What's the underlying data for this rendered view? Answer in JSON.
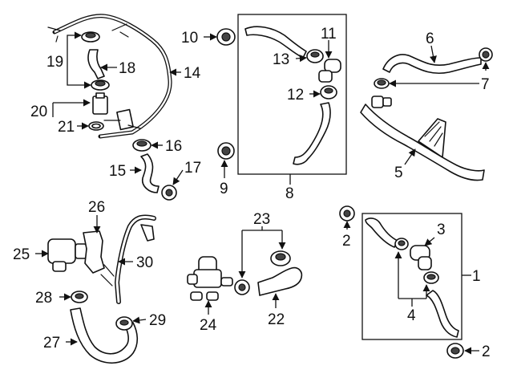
{
  "colors": {
    "line": "#111111",
    "background": "#ffffff",
    "clamp_shade": "#444444"
  },
  "callouts": {
    "c1": "1",
    "c2a": "2",
    "c2b": "2",
    "c3": "3",
    "c4": "4",
    "c5": "5",
    "c6": "6",
    "c7": "7",
    "c8": "8",
    "c9": "9",
    "c10": "10",
    "c11": "11",
    "c12": "12",
    "c13": "13",
    "c14": "14",
    "c15": "15",
    "c16": "16",
    "c17": "17",
    "c18": "18",
    "c19": "19",
    "c20": "20",
    "c21": "21",
    "c22": "22",
    "c23": "23",
    "c24": "24",
    "c25": "25",
    "c26": "26",
    "c27": "27",
    "c28": "28",
    "c29": "29",
    "c30": "30"
  }
}
